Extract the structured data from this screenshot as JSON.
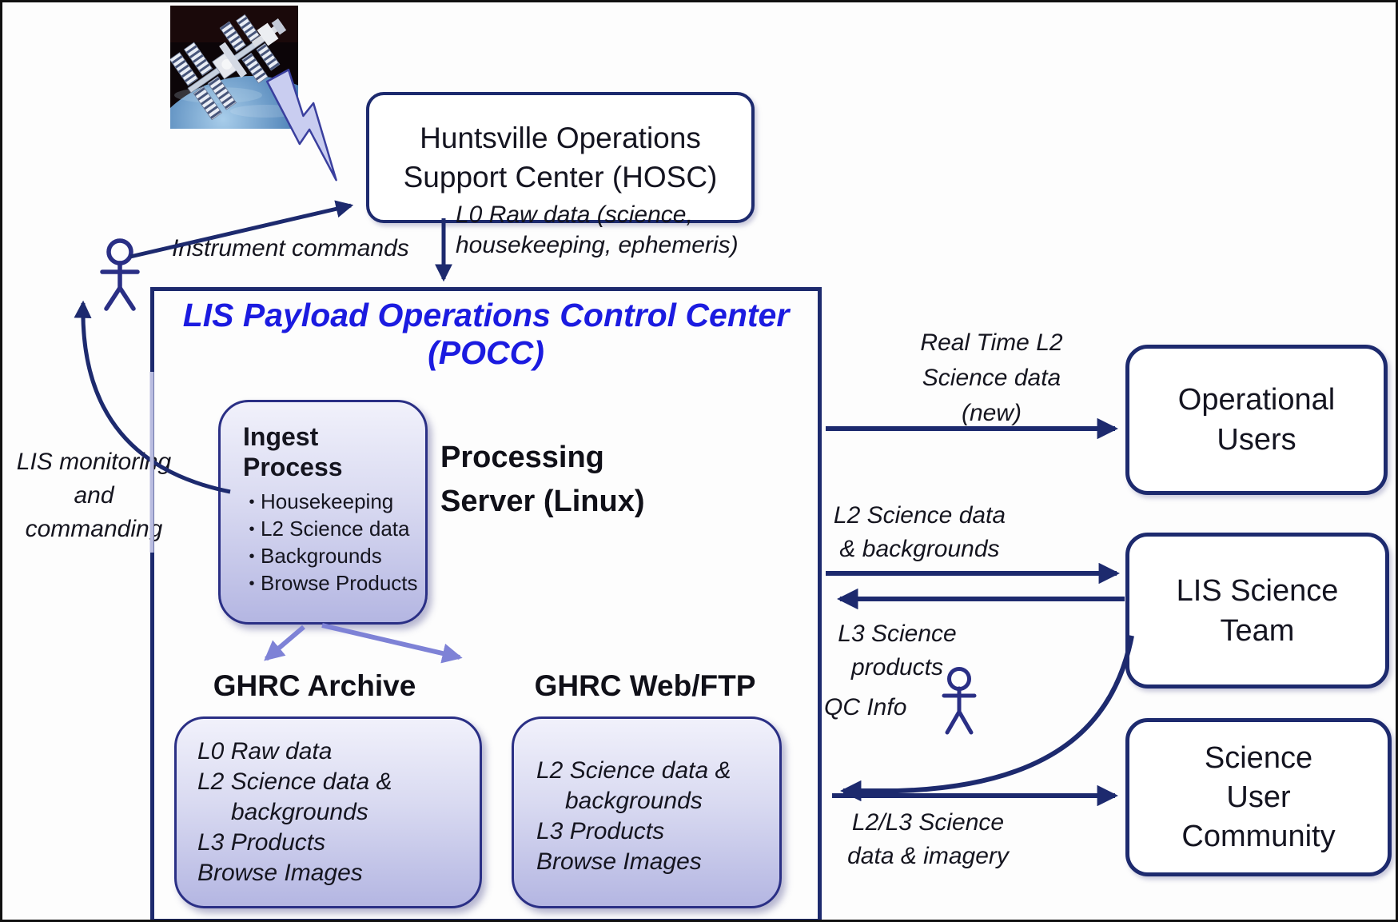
{
  "hosc": {
    "line1": "Huntsville Operations",
    "line2": "Support Center (HOSC)"
  },
  "labels": {
    "instrument_commands": "Instrument commands",
    "l0_raw_1": "L0 Raw data (science,",
    "l0_raw_2": "housekeeping, ephemeris)",
    "lis_monitoring_1": "LIS monitoring",
    "lis_monitoring_2": "and",
    "lis_monitoring_3": "commanding",
    "real_time_1": "Real Time L2",
    "real_time_2": "Science data",
    "real_time_3": "(new)",
    "l2_science_1": "L2 Science data",
    "l2_science_2": "& backgrounds",
    "l3_science_1": "L3 Science",
    "l3_science_2": "products",
    "qc_info": "QC Info",
    "l2l3_1": "L2/L3 Science",
    "l2l3_2": "data & imagery"
  },
  "pocc": {
    "title_1": "LIS Payload Operations Control Center",
    "title_2": "(POCC)",
    "ingest": {
      "title_1": "Ingest",
      "title_2": "Process",
      "bullets": [
        "Housekeeping",
        "L2 Science data",
        "Backgrounds",
        "Browse Products"
      ]
    },
    "processing_server_1": "Processing",
    "processing_server_2": "Server (Linux)",
    "ghrc_archive": {
      "heading": "GHRC Archive",
      "lines": [
        "L0 Raw data",
        "L2 Science data &",
        "backgrounds",
        "L3 Products",
        "Browse Images"
      ]
    },
    "ghrc_webftp": {
      "heading": "GHRC Web/FTP",
      "lines": [
        "L2 Science data &",
        "backgrounds",
        "L3 Products",
        "Browse Images"
      ]
    }
  },
  "right_boxes": {
    "operational_users_1": "Operational",
    "operational_users_2": "Users",
    "lis_science_team_1": "LIS Science",
    "lis_science_team_2": "Team",
    "science_user_community_1": "Science",
    "science_user_community_2": "User",
    "science_user_community_3": "Community"
  },
  "icons": {
    "iss": "iss-photo",
    "lightning": "lightning-bolt",
    "actor_left": "operator-stick-figure",
    "actor_right": "user-stick-figure"
  },
  "colors": {
    "navy": "#1d2a6e",
    "title_blue": "#1b1be0",
    "box_fill_top": "#f1f1fb",
    "box_fill_bottom": "#b4b6e2",
    "purple_arrow": "#7e82d6",
    "frame": "#111111"
  }
}
